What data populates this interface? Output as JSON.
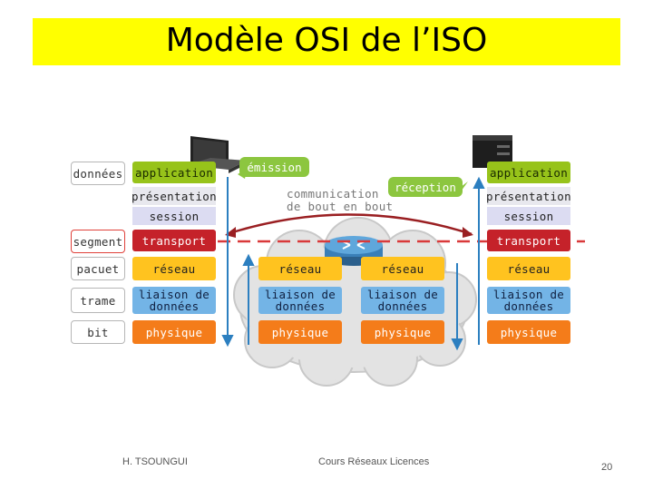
{
  "title": "Modèle OSI de l’ISO",
  "pdu": [
    "données",
    "segment",
    "pacuet",
    "trame",
    "bit"
  ],
  "left_stack": {
    "application": "application",
    "presentation": "présentation",
    "session": "session",
    "transport": "transport",
    "network": "réseau",
    "link": "liaison de données",
    "physical": "physique"
  },
  "router_left": {
    "network": "réseau",
    "link": "liaison de données",
    "physical": "physique"
  },
  "router_right": {
    "network": "réseau",
    "link": "liaison de données",
    "physical": "physique"
  },
  "right_stack": {
    "application": "application",
    "presentation": "présentation",
    "session": "session",
    "transport": "transport",
    "network": "réseau",
    "link": "liaison de données",
    "physical": "physique"
  },
  "labels": {
    "emission": "émission",
    "reception": "réception",
    "end_to_end": "communication de bout en bout"
  },
  "footer": {
    "author": "H. TSOUNGUI",
    "course": "Cours Réseaux Licences",
    "page": "20"
  }
}
